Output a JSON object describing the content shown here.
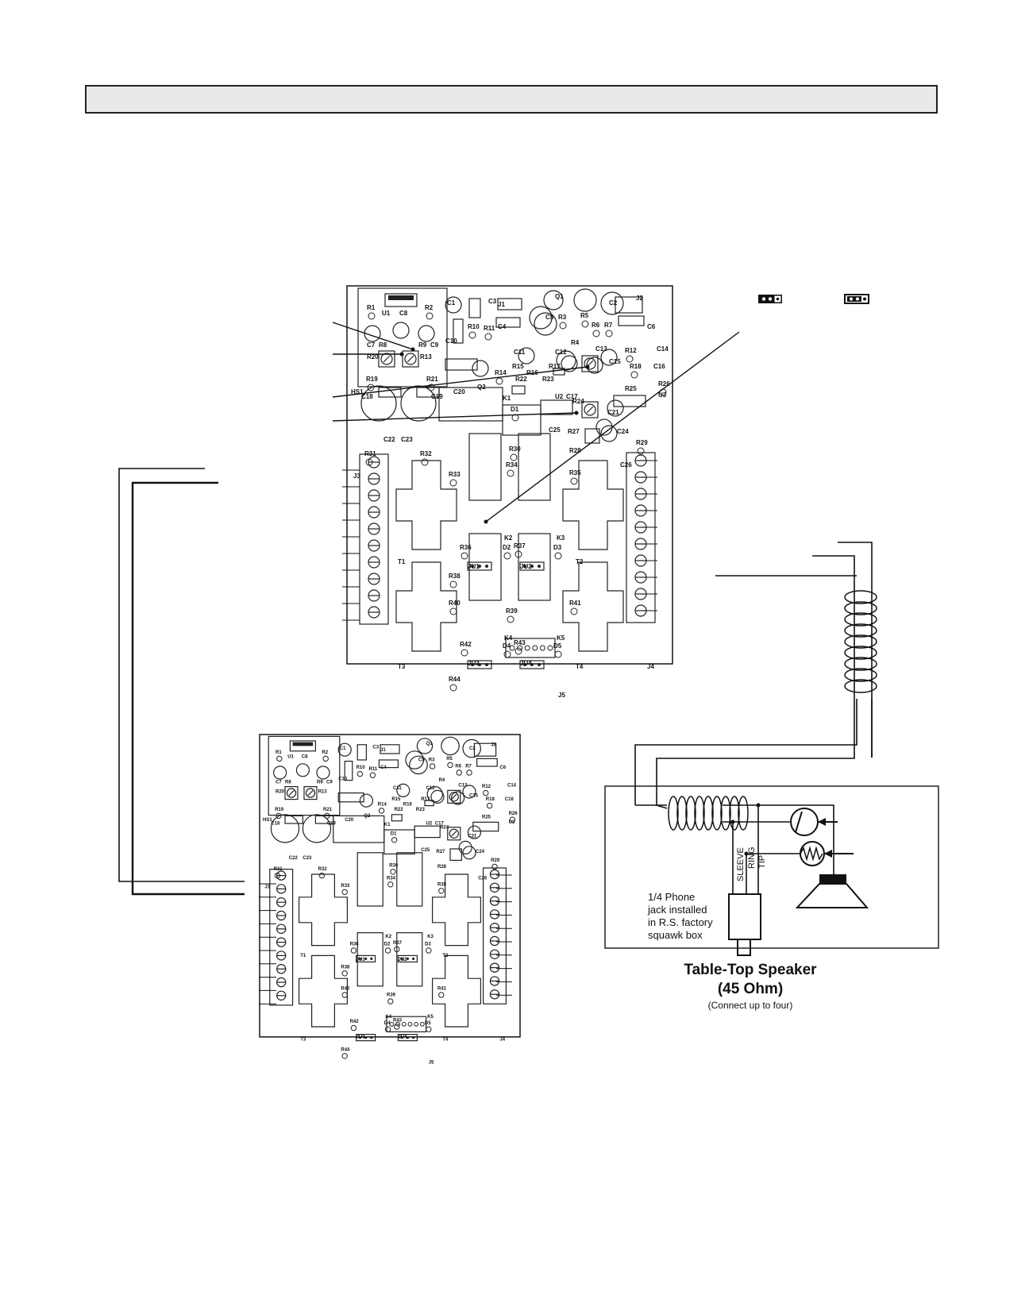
{
  "header": {
    "title": ""
  },
  "jumper_legend": {
    "pin_shape_a": "jumper-on-pins-1-2",
    "pin_shape_b": "jumper-open"
  },
  "board_labels": {
    "top": [
      "R1",
      "R2",
      "U1",
      "C8",
      "C7",
      "R8",
      "R9",
      "C9",
      "R20",
      "R13",
      "R19",
      "R21",
      "HS1",
      "C18",
      "C19",
      "C22",
      "C23",
      "R31",
      "R32",
      "C1",
      "C3",
      "J1",
      "R10",
      "R11",
      "C10",
      "C4",
      "R14",
      "C20",
      "Q2",
      "K1",
      "D1",
      "R30",
      "C5",
      "C11",
      "C12",
      "R15",
      "R16",
      "R22",
      "R17",
      "R23",
      "R3",
      "R5",
      "R4",
      "R6",
      "R7",
      "Q1",
      "C2",
      "J2",
      "C6",
      "C13",
      "R12",
      "C14",
      "C15",
      "R18",
      "C16",
      "R26",
      "R25",
      "C17",
      "U2",
      "R24",
      "U3",
      "C21",
      "R27",
      "C25",
      "R28",
      "C24",
      "R29",
      "C26",
      "J3",
      "T1",
      "T2",
      "T3",
      "T4",
      "J4",
      "J5",
      "R33",
      "R34",
      "R35",
      "K2",
      "K3",
      "K4",
      "K5",
      "R36",
      "D2",
      "R37",
      "D3",
      "JU1",
      "JU2",
      "R38",
      "R39",
      "R40",
      "R41",
      "R42",
      "D4",
      "R43",
      "D5",
      "JU3",
      "JU4",
      "R44"
    ]
  },
  "speaker_box": {
    "jack_labels": [
      "SLEEVE",
      "RING",
      "TIP"
    ],
    "note_lines": [
      "1/4 Phone",
      "jack installed",
      "in R.S. factory",
      "squawk box"
    ]
  },
  "caption": {
    "title": "Table-Top Speaker",
    "subtitle": "(45 Ohm)",
    "note": "(Connect up to four)"
  }
}
